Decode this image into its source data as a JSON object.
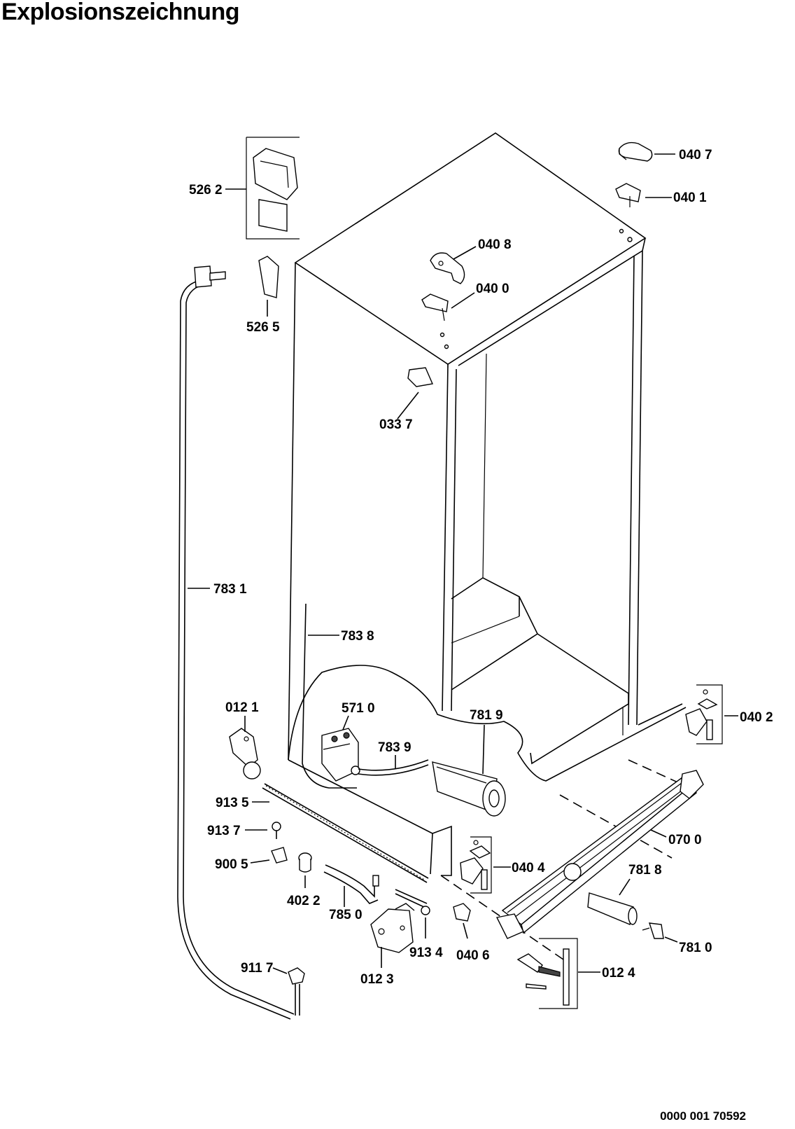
{
  "header": {
    "title": "Explosionszeichnung"
  },
  "footer": {
    "document_number": "0000 001 70592"
  },
  "labels": {
    "p5262": "526 2",
    "p5265": "526 5",
    "p0407": "040 7",
    "p0401": "040 1",
    "p0408": "040 8",
    "p0400": "040 0",
    "p0337": "033 7",
    "p7831": "783 1",
    "p7838": "783 8",
    "p0121": "012 1",
    "p5710": "571 0",
    "p7819": "781 9",
    "p7839": "783 9",
    "p0402": "040 2",
    "p9135": "913 5",
    "p9137": "913 7",
    "p9005": "900 5",
    "p4022": "402 2",
    "p7850": "785 0",
    "p0700": "070 0",
    "p0404": "040 4",
    "p7818": "781 8",
    "p9134": "913 4",
    "p0406": "040 6",
    "p0123": "012 3",
    "p7810": "781 0",
    "p9117": "911 7",
    "p0124": "012 4"
  }
}
